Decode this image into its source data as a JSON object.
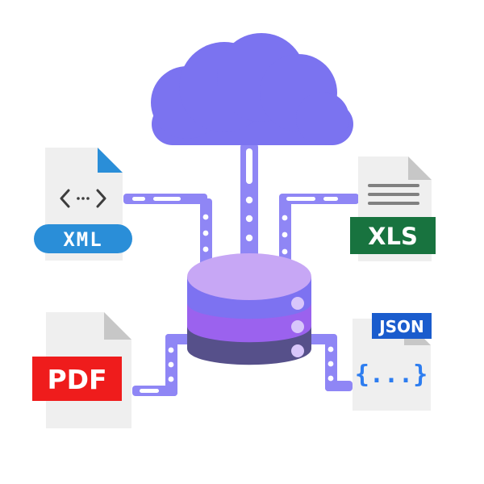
{
  "files": {
    "xml": {
      "label": "XML"
    },
    "xls": {
      "label": "XLS"
    },
    "pdf": {
      "label": "PDF"
    },
    "json": {
      "label": "JSON",
      "braces": "{...}"
    }
  },
  "colors": {
    "cloud": "#7b73f0",
    "connector": "#8f86f5",
    "db_top": "#c7a7f5",
    "db_middle": "#7d72f1",
    "db_lower": "#9b62ee",
    "db_bottom": "#56508a",
    "xml_badge": "#2a8ed8",
    "xls_badge": "#18733f",
    "pdf_badge": "#ef1c1c",
    "json_tab": "#1a5ccd",
    "json_text": "#2d7df0",
    "paper": "#efefef",
    "fold": "#c7c7c7"
  },
  "icons": {
    "cloud": "cloud-icon",
    "database": "database-icon",
    "code": "code-brackets-icon",
    "document_lines": "text-lines-icon"
  }
}
